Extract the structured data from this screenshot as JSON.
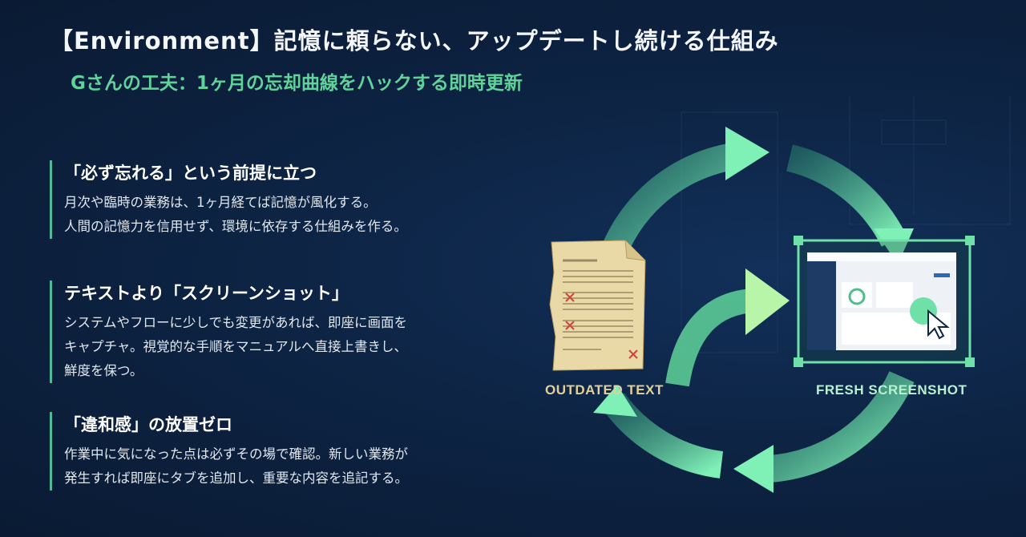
{
  "title": "【Environment】記憶に頼らない、アップデートし続ける仕組み",
  "subtitle": "Gさんの工夫：1ヶ月の忘却曲線をハックする即時更新",
  "sections": [
    {
      "heading": "「必ず忘れる」という前提に立つ",
      "lines": [
        "月次や臨時の業務は、1ヶ月経てば記憶が風化する。",
        "人間の記憶力を信用せず、環境に依存する仕組みを作る。"
      ]
    },
    {
      "heading": "テキストより「スクリーンショット」",
      "lines": [
        "システムやフローに少しでも変更があれば、即座に画面を",
        "キャプチャ。視覚的な手順をマニュアルへ直接上書きし、",
        "鮮度を保つ。"
      ]
    },
    {
      "heading": "「違和感」の放置ゼロ",
      "lines": [
        "作業中に気になった点は必ずその場で確認。新しい業務が",
        "発生すれば即座にタブを追加し、重要な内容を追記する。"
      ]
    }
  ],
  "diagram": {
    "left_label": "OUTDATED TEXT",
    "right_label": "FRESH SCREENSHOT",
    "colors": {
      "arrow": "#6fe0a8",
      "paper": "#e9d9a6",
      "accent": "#5fd39a"
    }
  }
}
